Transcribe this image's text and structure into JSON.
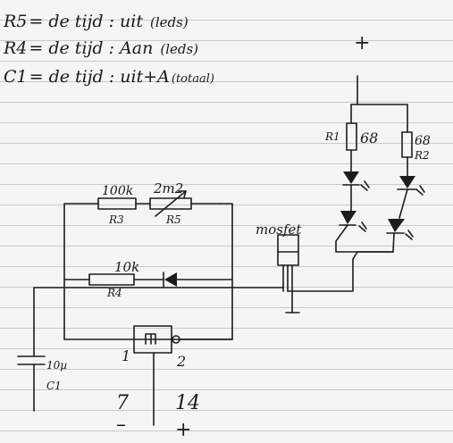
{
  "notes": [
    {
      "lhs": "R5",
      "mid": "= de tijd : uit",
      "paren": "(leds)"
    },
    {
      "lhs": "R4",
      "mid": "= de tijd : Aan",
      "paren": "(leds)"
    },
    {
      "lhs": "C1",
      "mid": "= de tijd : uit+A",
      "paren": "(totaal)"
    }
  ],
  "labels": {
    "plus_top": "+",
    "r1": "R1",
    "r1_value": "68",
    "r2_value": "68",
    "r2": "R2",
    "r3_value": "100k",
    "r3": "R3",
    "r5_value": "2m2",
    "r5": "R5",
    "r4_value": "10k",
    "r4": "R4",
    "mosfet": "mosfet",
    "c1_value": "10µ",
    "c1": "C1",
    "pin1": "1",
    "pin2": "2",
    "pin7": "7",
    "pin14": "14",
    "minus_bottom": "–",
    "plus_bottom": "+"
  }
}
